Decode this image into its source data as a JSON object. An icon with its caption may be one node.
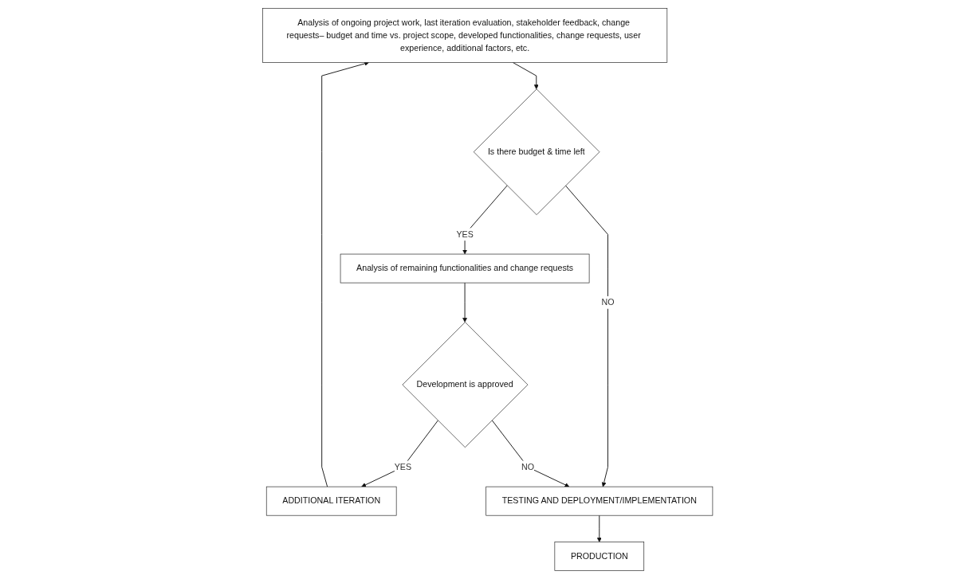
{
  "diagram": {
    "nodes": [
      {
        "text": [
          "Analysis of ongoing project work, last iteration evaluation, stakeholder feedback, change requests– budget and time vs. project scope, developed functionalities, change requests, user experience, additional factors, etc."
        ]
      },
      {
        "text": [
          "Is there budget & time left"
        ]
      },
      {
        "text": [
          "Analysis of remaining functionalities and change requests"
        ]
      },
      {
        "text": [
          "Development is approved"
        ]
      },
      {
        "text": [
          "ADDITIONAL ITERATION"
        ]
      },
      {
        "text": [
          "TESTING AND DEPLOYMENT/IMPLEMENTATION"
        ]
      },
      {
        "text": [
          "PRODUCTION"
        ]
      }
    ],
    "edges": [
      {
        "from": 0,
        "to": 1,
        "arrow": "to"
      },
      {
        "from": 1,
        "to": 2,
        "arrow": "to",
        "label": "YES"
      },
      {
        "from": 2,
        "to": 3,
        "arrow": "to"
      },
      {
        "from": 3,
        "to": 4,
        "arrow": "to",
        "label": "YES"
      },
      {
        "from": 4,
        "to": 0,
        "arrow": "to"
      },
      {
        "from": 1,
        "to": 5,
        "arrow": "to",
        "label": "NO"
      },
      {
        "from": 3,
        "to": 5,
        "arrow": "to",
        "label": "NO"
      },
      {
        "from": 5,
        "to": 6,
        "arrow": "to"
      }
    ]
  }
}
